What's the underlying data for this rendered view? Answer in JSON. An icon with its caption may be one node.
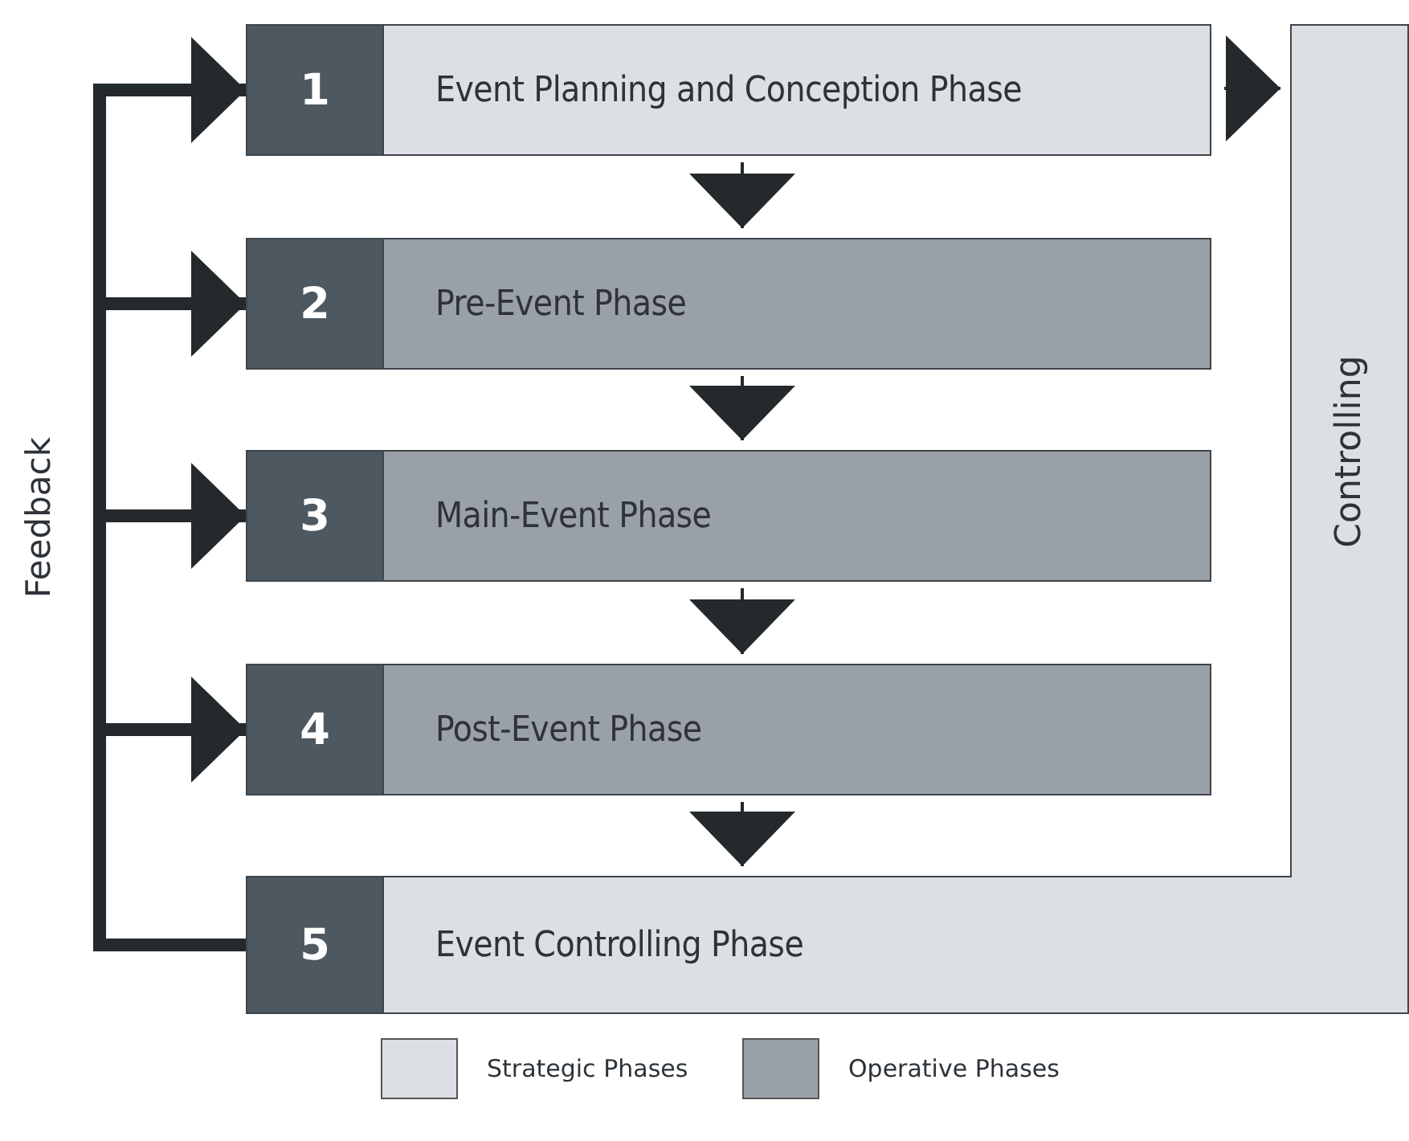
{
  "diagram": {
    "nodes": [
      {
        "text": [
          "1",
          "Event Planning and Conception Phase"
        ]
      },
      {
        "text": [
          "2",
          "Pre-Event Phase"
        ]
      },
      {
        "text": [
          "3",
          "Main-Event Phase"
        ]
      },
      {
        "text": [
          "4",
          "Post-Event Phase"
        ]
      },
      {
        "text": [
          "5",
          "Event Controlling Phase"
        ]
      },
      {
        "text": [
          "Controlling"
        ]
      }
    ],
    "edges": [
      {
        "from": 0,
        "to": 1,
        "arrow": "to"
      },
      {
        "from": 1,
        "to": 2,
        "arrow": "to"
      },
      {
        "from": 2,
        "to": 3,
        "arrow": "to"
      },
      {
        "from": 3,
        "to": 4,
        "arrow": "to"
      },
      {
        "from": 0,
        "to": 5,
        "arrow": "to"
      },
      {
        "from": 4,
        "to": 0,
        "arrow": "to",
        "style": "thick"
      },
      {
        "from": 4,
        "to": 1,
        "arrow": "to",
        "style": "thick"
      },
      {
        "from": 4,
        "to": 2,
        "arrow": "to",
        "style": "thick"
      },
      {
        "from": 4,
        "to": 3,
        "arrow": "to",
        "style": "thick"
      }
    ],
    "labels": [
      "Feedback"
    ],
    "legend": [
      {
        "text": "Strategic Phases",
        "color": "#dcdfe3"
      },
      {
        "text": "Operative Phases",
        "color": "#9aa0a7"
      }
    ]
  }
}
